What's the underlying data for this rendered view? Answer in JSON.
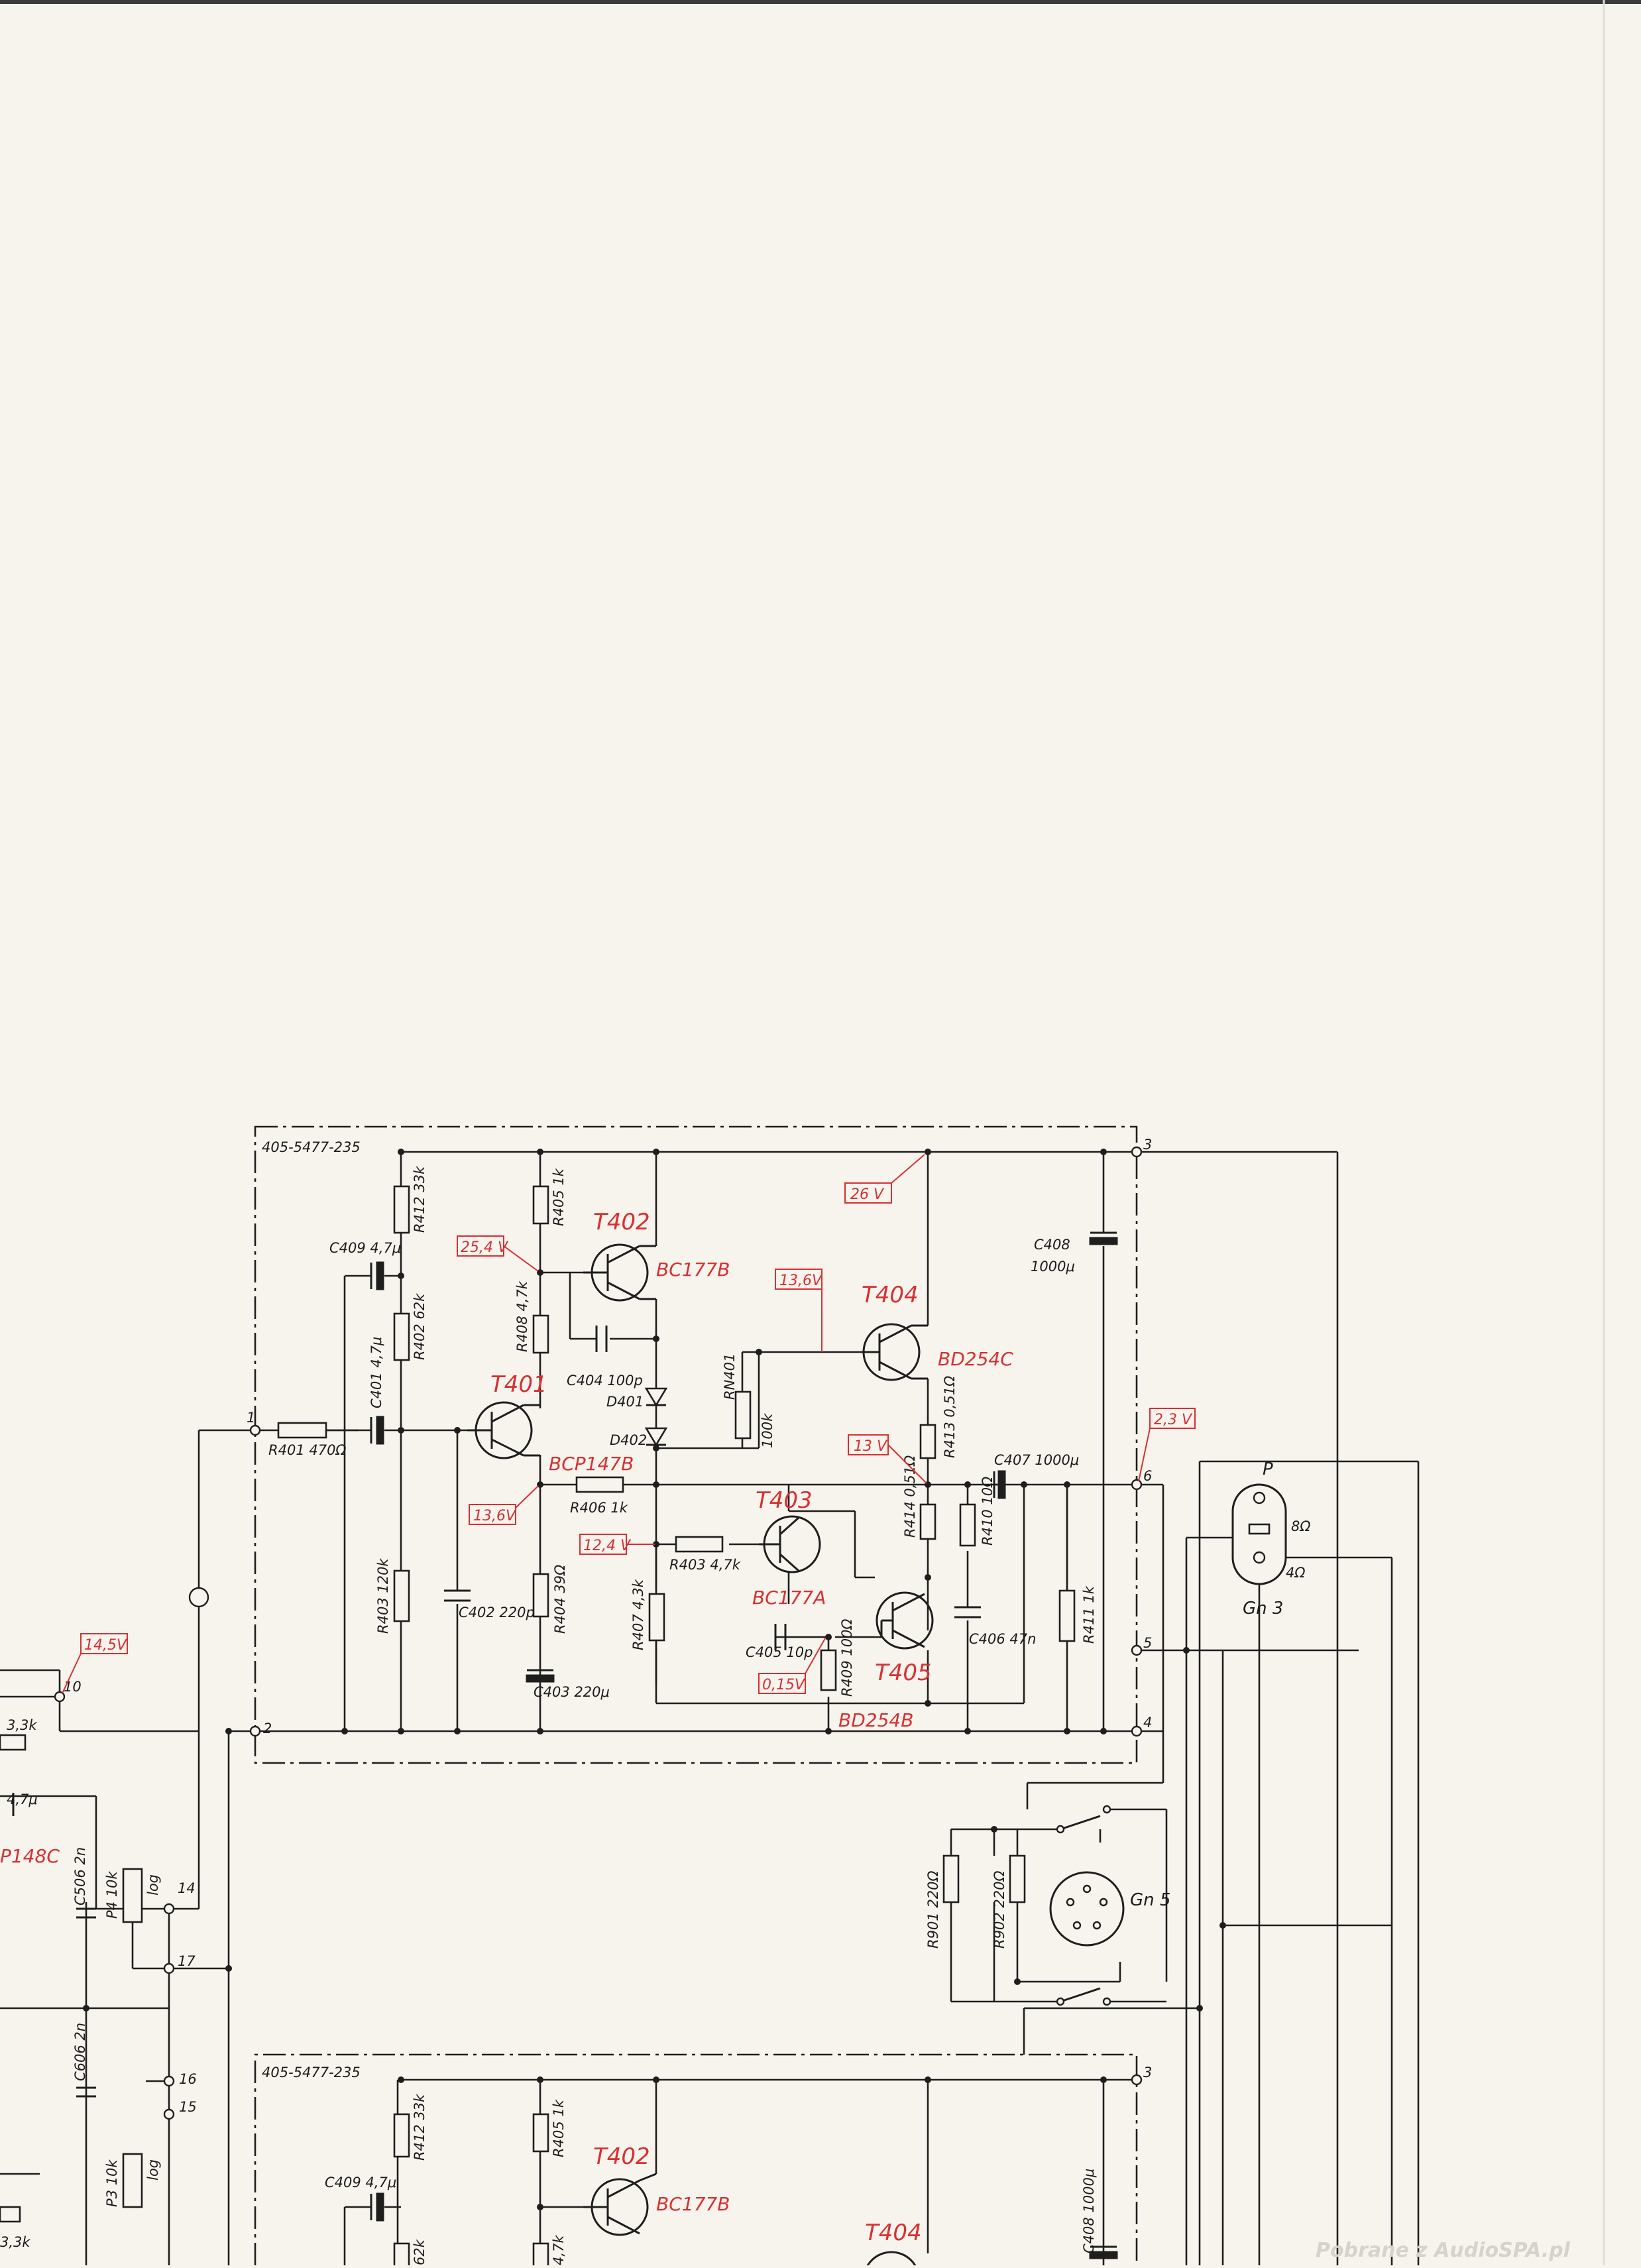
{
  "module_label": "405-5477-235",
  "module_label_2": "405-5477-235",
  "watermark": "Pobrane z AudioSPA.pl",
  "transistors": {
    "t401": {
      "ref": "T401",
      "type": "BCP147B"
    },
    "t402": {
      "ref": "T402",
      "type": "BC177B"
    },
    "t403": {
      "ref": "T403",
      "type": "BC177A"
    },
    "t404": {
      "ref": "T404",
      "type": "BD254C"
    },
    "t405": {
      "ref": "T405",
      "type": "BD254B"
    },
    "t402b": {
      "ref": "T402",
      "type": "BC177B"
    },
    "t404b": {
      "ref": "T404"
    }
  },
  "components": {
    "r412": "R412 33k",
    "r405": "R405 1k",
    "r402": "R402 62k",
    "r408": "R408 4,7k",
    "c409": "C409 4,7μ",
    "c401": "C401 4,7μ",
    "r401": "R401 470Ω",
    "c404": "C404 100p",
    "d401": "D401",
    "d402": "D402",
    "rn401": "RN401",
    "rn401_val": "100k",
    "r406": "R406 1k",
    "r403a": "R403 120k",
    "c402": "C402 220p",
    "r404": "R404 39Ω",
    "c403": "C403 220μ",
    "r407": "R407 4,3k",
    "r403b": "R403 4,7k",
    "c405": "C405 10p",
    "r409": "R409 100Ω",
    "r413": "R413 0,51Ω",
    "r414": "R414 0,51Ω",
    "r410": "R410 10Ω",
    "c406": "C406 47n",
    "c407": "C407 1000μ",
    "c408a": "C408",
    "c408b": "1000μ",
    "r411": "R411 1k",
    "r901": "R901 220Ω",
    "r902": "R902 220Ω",
    "gn5": "Gn 5",
    "gn3": "Gn 3",
    "spk_p": "P",
    "spk_8": "8Ω",
    "spk_4": "4Ω",
    "c506": "C506 2n",
    "c606": "C606 2n",
    "p4": "P4 10k",
    "p3": "P3 10k",
    "log1": "log",
    "log2": "log",
    "frag_33k": "3,3k",
    "frag_47u": "4,7μ",
    "frag_148c": "P148C",
    "frag_33k_b": "3,3k",
    "b_r412": "R412 33k",
    "b_r405": "R405 1k",
    "b_c409": "C409 4,7μ",
    "b_c408": "C408 1000μ",
    "b_62k": "62k",
    "b_47k": "4,7k"
  },
  "terminals": {
    "t1": "1",
    "t2": "2",
    "t3": "3",
    "t4": "4",
    "t5": "5",
    "t6": "6",
    "t10": "10",
    "t14": "14",
    "t15": "15",
    "t16": "16",
    "t17": "17",
    "t3b": "3"
  },
  "voltages": {
    "v26": "26 V",
    "v254": "25,4 V",
    "v136a": "13,6V",
    "v136b": "13,6V",
    "v124": "12,4 V",
    "v13": "13 V",
    "v23": "2,3 V",
    "v015": "0,15V",
    "v145": "14,5V"
  }
}
